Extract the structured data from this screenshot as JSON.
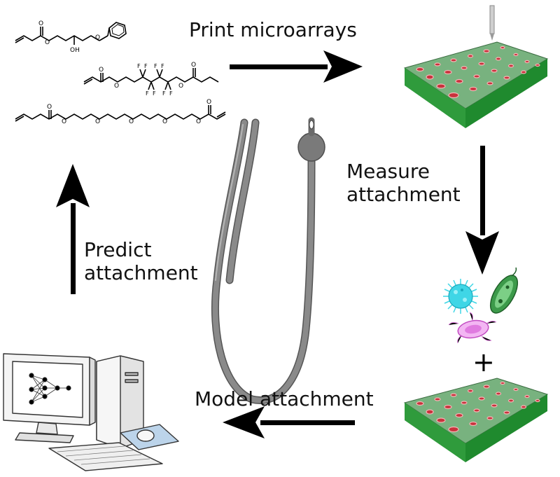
{
  "labels": {
    "print": "Print microarrays",
    "measure": [
      "Measure",
      "attachment"
    ],
    "predict": [
      "Predict",
      "attachment"
    ],
    "model": "Model attachment"
  },
  "molecules": {
    "hydroxyl": "OH",
    "fluorine": "F",
    "oxygen": "O"
  },
  "plus_sign": "+",
  "colors": {
    "slide_top": "#78b27f",
    "slide_side": "#1f8a2e",
    "spot": "#c8323c",
    "catheter": "#7a7a7a",
    "arrow": "#000000",
    "bacteria_cyan": "#3fd6e6",
    "bacteria_green": "#3c9a4a",
    "bacteria_pink": "#e07be0",
    "computer_screen": "#f4f4f4",
    "mousepad": "#bcd4ea"
  }
}
